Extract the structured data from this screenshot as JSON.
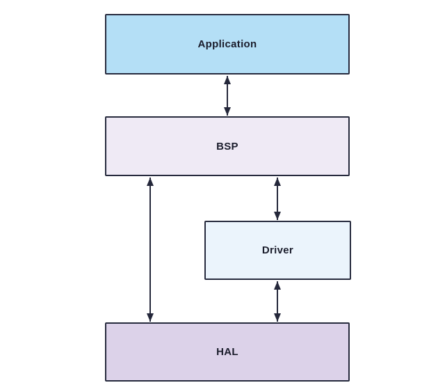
{
  "diagram": {
    "type": "block-diagram",
    "boxes": {
      "application": {
        "label": "Application"
      },
      "bsp": {
        "label": "BSP"
      },
      "driver": {
        "label": "Driver"
      },
      "hal": {
        "label": "HAL"
      }
    },
    "connections": [
      {
        "from": "Application",
        "to": "BSP",
        "style": "double-headed-arrow"
      },
      {
        "from": "BSP",
        "to": "Driver",
        "style": "double-headed-arrow"
      },
      {
        "from": "Driver",
        "to": "HAL",
        "style": "double-headed-arrow"
      },
      {
        "from": "BSP",
        "to": "HAL",
        "style": "double-headed-arrow"
      }
    ]
  },
  "theme": {
    "canvas-bg": "#ffffff",
    "application-fill": "#b4dff6",
    "bsp-fill": "#efeaf5",
    "driver-fill": "#ebf4fc",
    "hal-fill": "#dcd2e9",
    "box-border": "#262a3d",
    "line-color": "#24273a",
    "text-color": "#1b1d2c"
  }
}
